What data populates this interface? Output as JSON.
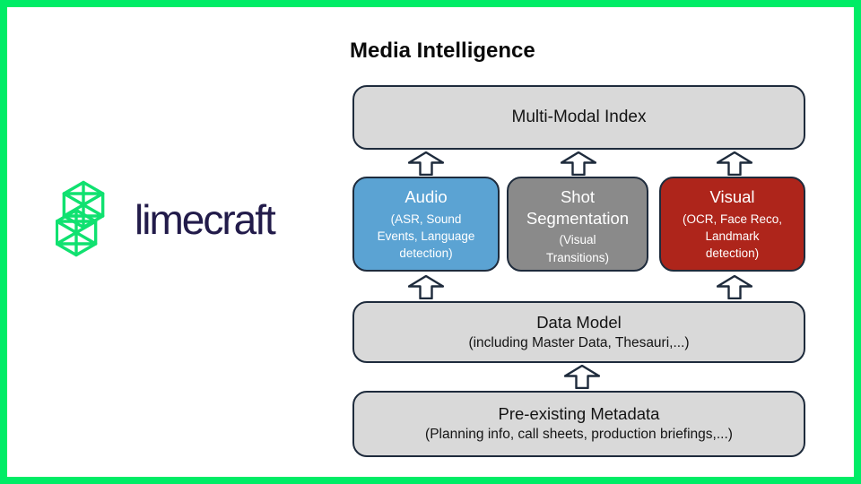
{
  "brand": {
    "wordmark": "limecraft",
    "logo_mark_icon": "hexagonal-lattice-mark",
    "logo_green": "#10E170",
    "wordmark_color": "#221B4A"
  },
  "frame": {
    "border_color": "#00EC66"
  },
  "icons": {
    "flow_arrow": "block-arrow-up"
  },
  "diagram": {
    "title": "Media Intelligence",
    "index_box": {
      "label": "Multi-Modal Index",
      "fill": "#D9D9D9",
      "border": "#1E2B3C"
    },
    "modules": [
      {
        "title": "Audio",
        "subtitle": "(ASR, Sound Events, Language detection)",
        "fill": "#5BA3D3",
        "text_color": "#FFFFFF"
      },
      {
        "title": "Shot Segmentation",
        "subtitle": "(Visual Transitions)",
        "fill": "#8A8A8A",
        "text_color": "#FFFFFF"
      },
      {
        "title": "Visual",
        "subtitle": "(OCR, Face Reco, Landmark detection)",
        "fill": "#AE251B",
        "text_color": "#FFFFFF"
      }
    ],
    "data_model_box": {
      "title": "Data Model",
      "subtitle": "(including Master Data, Thesauri,...)",
      "fill": "#D9D9D9"
    },
    "metadata_box": {
      "title": "Pre-existing Metadata",
      "subtitle": "(Planning info, call sheets, production briefings,...)",
      "fill": "#D9D9D9"
    }
  }
}
